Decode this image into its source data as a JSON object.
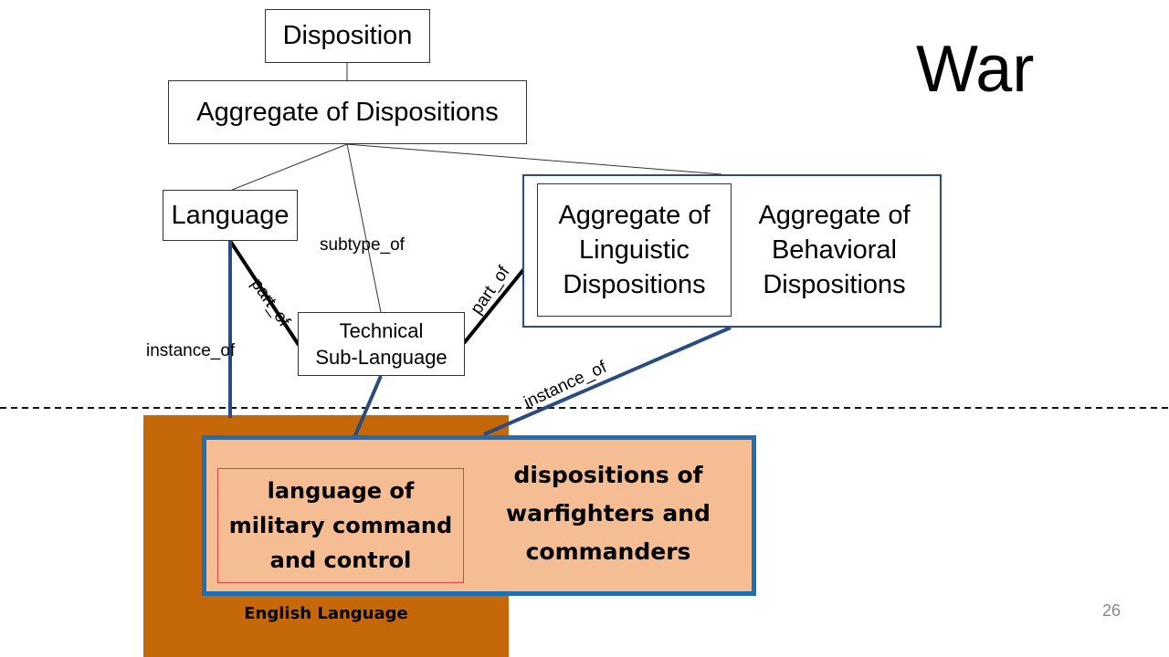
{
  "slide_title": "War",
  "page_number": "26",
  "nodes": {
    "disposition": "Disposition",
    "aggregate_dispositions": "Aggregate of Dispositions",
    "language": "Language",
    "technical_sublanguage": "Technical\nSub-Language",
    "aggregate_linguistic": "Aggregate of\nLinguistic\nDispositions",
    "aggregate_behavioral": "Aggregate of\nBehavioral\nDispositions",
    "military_language": "language of\nmilitary command\nand control",
    "warfighter_dispositions": "dispositions of\nwarfighters and\ncommanders",
    "english_language": "English Language"
  },
  "edges": {
    "subtype_of": "subtype_of",
    "part_of_left": "part_of",
    "part_of_right": "part_of",
    "instance_of_left": "instance_of",
    "instance_of_right": "instance_of"
  },
  "colors": {
    "english_block": "#c5680a",
    "instance_block": "#f5bd93",
    "blue_border": "#1f6fb5",
    "instance_line": "#2b4c7e",
    "red_border": "#e0443a"
  }
}
